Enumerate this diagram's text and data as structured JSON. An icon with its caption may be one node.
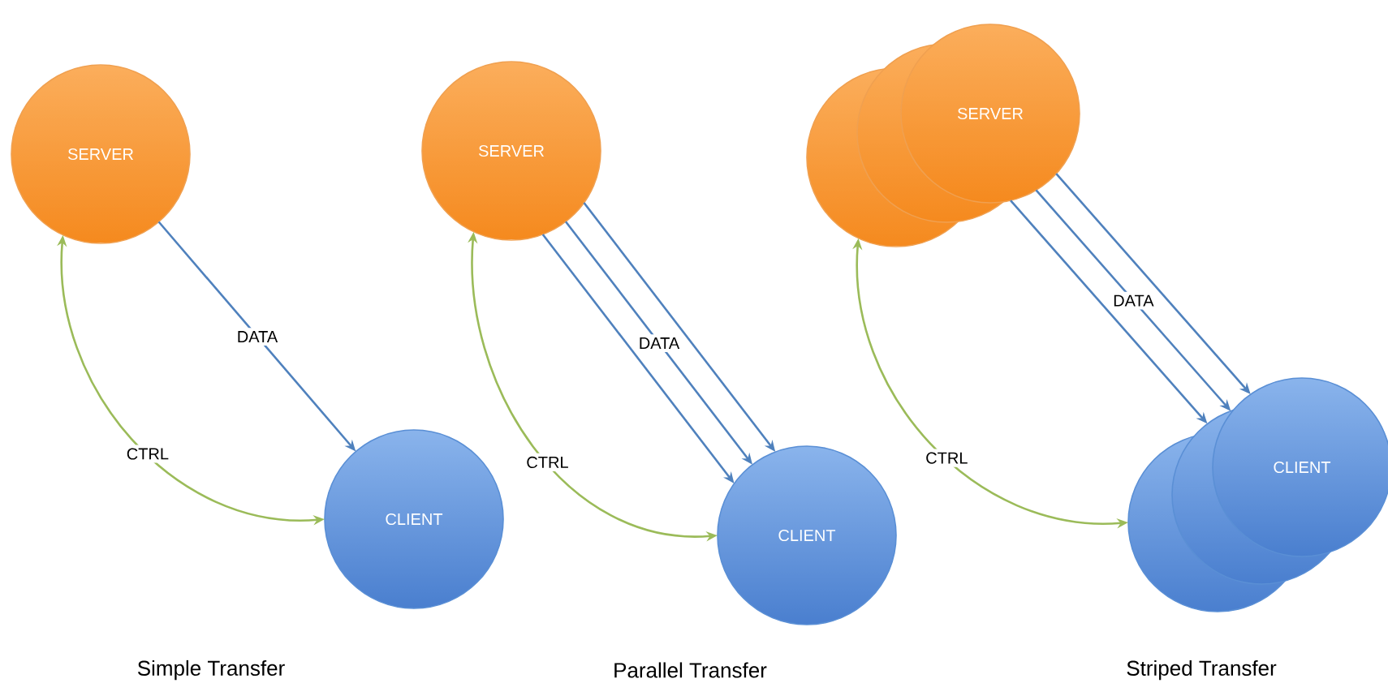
{
  "diagram": {
    "nodes": [
      {
        "text": [
          "SERVER"
        ]
      },
      {
        "text": [
          "CLIENT"
        ]
      },
      {
        "text": [
          "SERVER"
        ]
      },
      {
        "text": [
          "CLIENT"
        ]
      },
      {
        "text": [
          "SERVER"
        ]
      },
      {
        "text": [
          "CLIENT"
        ]
      }
    ],
    "edges": [
      {
        "from": 0,
        "to": 1,
        "arrow": "to",
        "label": "DATA"
      },
      {
        "from": 1,
        "to": 0,
        "arrow": "both",
        "label": "CTRL",
        "color": "#9bbb59"
      },
      {
        "from": 2,
        "to": 3,
        "arrow": "to"
      },
      {
        "from": 2,
        "to": 3,
        "arrow": "to",
        "label": "DATA"
      },
      {
        "from": 2,
        "to": 3,
        "arrow": "to"
      },
      {
        "from": 3,
        "to": 2,
        "arrow": "both",
        "label": "CTRL",
        "color": "#9bbb59"
      },
      {
        "from": 4,
        "to": 5,
        "arrow": "to"
      },
      {
        "from": 4,
        "to": 5,
        "arrow": "to",
        "label": "DATA"
      },
      {
        "from": 4,
        "to": 5,
        "arrow": "to"
      },
      {
        "from": 5,
        "to": 4,
        "arrow": "both",
        "label": "CTRL",
        "color": "#9bbb59"
      }
    ],
    "labels": [
      "Simple Transfer",
      "Parallel Transfer",
      "Striped Transfer"
    ]
  }
}
